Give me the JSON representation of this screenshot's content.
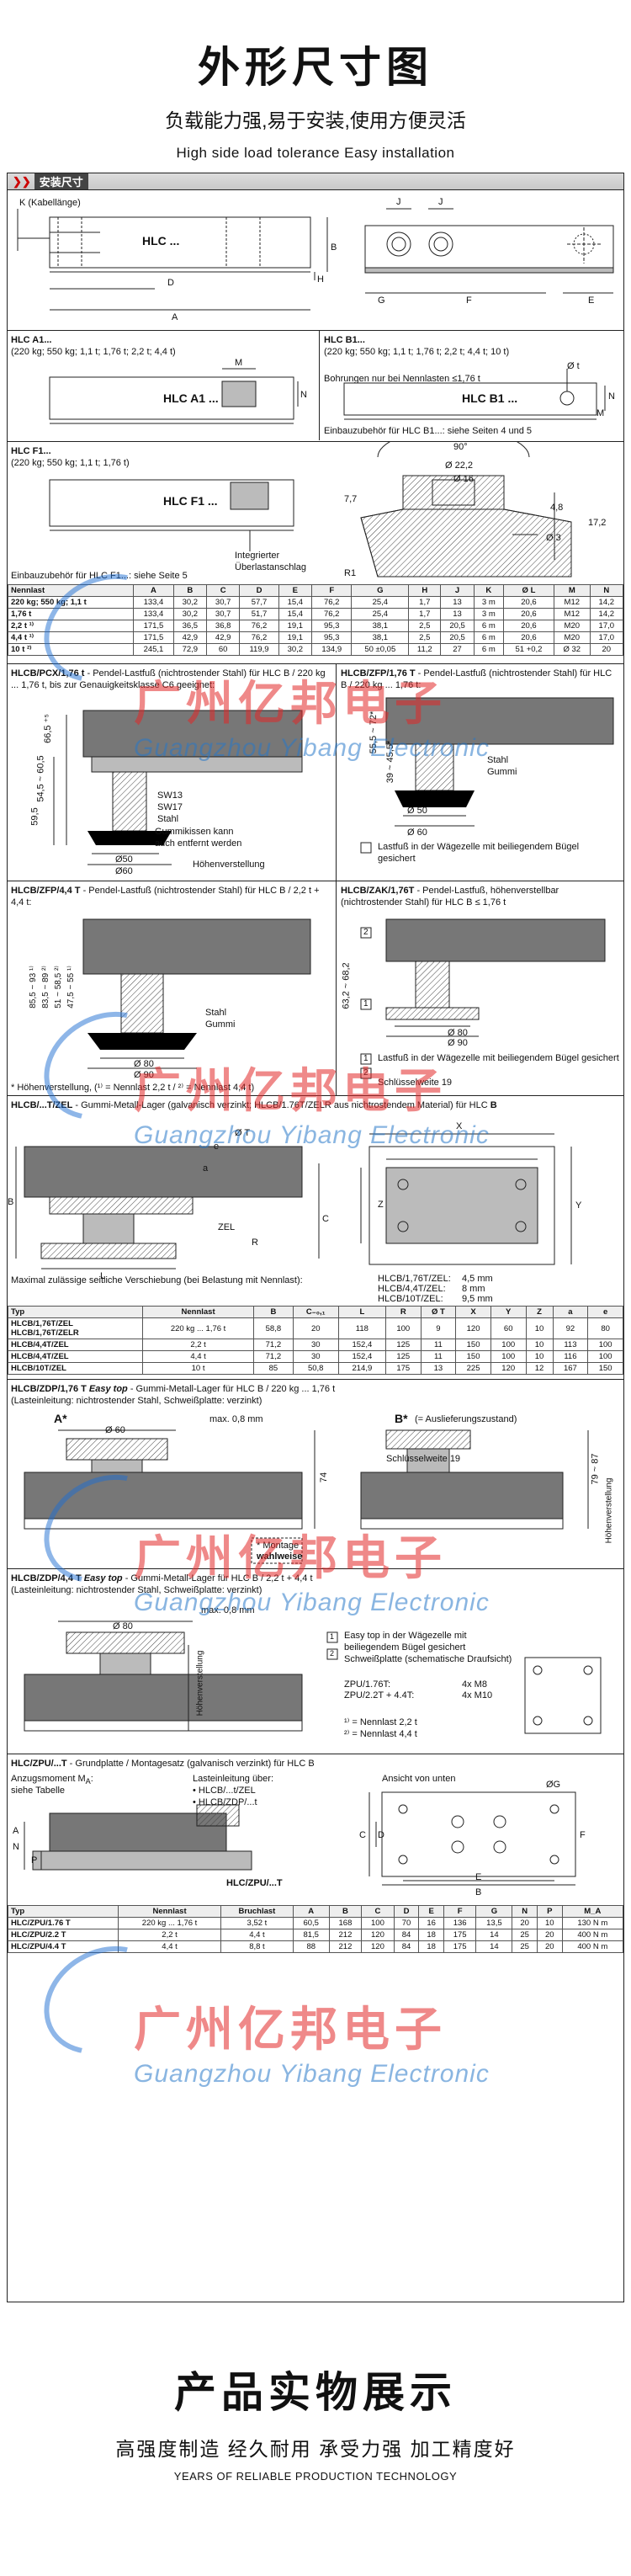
{
  "hero": {
    "title": "外形尺寸图",
    "subtitle": "负载能力强,易于安装,使用方便灵活",
    "subtitle_en": "High side load tolerance   Easy installation"
  },
  "section": {
    "label": "安装尺寸"
  },
  "watermark": {
    "cn": "广州亿邦电子",
    "py": "Guangzhou Yibang Electronic"
  },
  "dims": {
    "cable_length": "K (Kabellänge)",
    "model_main": "HLC ...",
    "letters": [
      "J",
      "J",
      "G",
      "F",
      "E",
      "D",
      "A",
      "H",
      "B",
      "M",
      "N",
      "L"
    ],
    "hlc_a1_title": "HLC A1...",
    "hlc_a1_spec": "(220 kg; 550 kg; 1,1 t; 1,76 t; 2,2 t; 4,4 t)",
    "hlc_a1_label": "HLC A1 ...",
    "hlc_b1_title": "HLC B1...",
    "hlc_b1_spec": "(220 kg; 550 kg; 1,1 t; 1,76 t; 2,2 t; 4,4 t; 10 t)",
    "hlc_b1_note": "Bohrungen nur bei Nennlasten ≤1,76 t",
    "hlc_b1_label": "HLC B1 ...",
    "hlc_b1_einbau": "Einbauzubehör für HLC B1...: siehe Seiten 4 und 5",
    "phi_t": "Ø t",
    "hlc_f1_title": "HLC F1...",
    "hlc_f1_spec": "(220 kg; 550 kg; 1,1 t; 1,76 t)",
    "hlc_f1_label": "HLC F1 ...",
    "hlc_f1_stop": "Integrierter Überlastanschlag",
    "hlc_f1_einbau": "Einbauzubehör für HLC F1...: siehe Seite 5",
    "angle": "90°",
    "d22": "Ø 22,2",
    "d16": "Ø 16",
    "d3": "Ø 3",
    "v77": "7,7",
    "v48": "4,8",
    "v172": "17,2",
    "r1": "R1"
  },
  "table1": {
    "headers": [
      "Nennlast",
      "A",
      "B",
      "C",
      "D",
      "E",
      "F",
      "G",
      "H",
      "J",
      "K",
      "Ø L",
      "M",
      "N"
    ],
    "rows": [
      [
        "220 kg; 550 kg; 1,1 t",
        "133,4",
        "30,2",
        "30,7",
        "57,7",
        "15,4",
        "76,2",
        "25,4",
        "1,7",
        "13",
        "3 m",
        "20,6",
        "M12",
        "14,2"
      ],
      [
        "1,76 t",
        "133,4",
        "30,2",
        "30,7",
        "51,7",
        "15,4",
        "76,2",
        "25,4",
        "1,7",
        "13",
        "3 m",
        "20,6",
        "M12",
        "14,2"
      ],
      [
        "2,2 t ¹⁾",
        "171,5",
        "36,5",
        "36,8",
        "76,2",
        "19,1",
        "95,3",
        "38,1",
        "2,5",
        "20,5",
        "6 m",
        "20,6",
        "M20",
        "17,0"
      ],
      [
        "4,4 t ¹⁾",
        "171,5",
        "42,9",
        "42,9",
        "76,2",
        "19,1",
        "95,3",
        "38,1",
        "2,5",
        "20,5",
        "6 m",
        "20,6",
        "M20",
        "17,0"
      ],
      [
        "10 t ²⁾",
        "245,1",
        "72,9",
        "60",
        "119,9",
        "30,2",
        "134,9",
        "50 ±0,05",
        "11,2",
        "27",
        "6 m",
        "51 +0,2",
        "Ø 32",
        "20"
      ]
    ]
  },
  "pcx": {
    "title": "HLCB/PCX/1,76 t",
    "desc": " - Pendel-Lastfuß (nichtrostender Stahl) für HLC B / 220 kg ... 1,76 t, bis zur Genauigkeitsklasse C6 geeignet:",
    "sw13": "SW13",
    "sw17": "SW17",
    "stahl": "Stahl",
    "gummi": "Gummikissen kann auch entfernt werden",
    "d50": "Ø50",
    "d60": "Ø60",
    "v665": "66,5 ⁺⁵",
    "v545": "54,5 ~ 60,5",
    "v595": "59,5",
    "hoehe": "Höhenverstellung"
  },
  "zfp176": {
    "title": "HLCB/ZFP/1,76 T",
    "desc": " - Pendel-Lastfuß (nichtrostender Stahl) für HLC B / 220 kg ... 1,76 t:",
    "v": "55,5 ~ 72*",
    "v2": "39 ~ 45,5*",
    "stahl": "Stahl",
    "gummi": "Gummi",
    "d50": "Ø 50",
    "d60": "Ø 60",
    "note": "Lastfuß in der Wägezelle mit beiliegendem Bügel gesichert"
  },
  "zfp44": {
    "title": "HLCB/ZFP/4,4 T",
    "desc": " - Pendel-Lastfuß (nichtrostender Stahl) für HLC B / 2,2 t + 4,4 t:",
    "v1": "85,5 ~ 93 ¹⁾",
    "v2": "83,5 ~ 89 ²⁾",
    "v3": "51 ~ 58,5 ²⁾",
    "v4": "47,5 ~ 55 ¹⁾",
    "stahl": "Stahl",
    "gummi": "Gummi",
    "d80": "Ø 80",
    "d90": "Ø 90",
    "foot": "* Höhenverstellung, (¹⁾ = Nennlast 2,2 t / ²⁾ = Nennlast 4,4 t)"
  },
  "zak": {
    "title": "HLCB/ZAK/1,76T",
    "desc": " - Pendel-Lastfuß, höhenverstellbar (nichtrostender Stahl) für HLC B ≤ 1,76 t",
    "v": "63,2 ~ 68,2",
    "d80": "Ø 80",
    "d90": "Ø 90",
    "n1": "1",
    "n2": "2",
    "note1": "Lastfuß in der Wägezelle mit beiliegendem Bügel gesichert",
    "note2": "Schlüsselweite 19"
  },
  "zel": {
    "title": "HLCB/...T/ZEL",
    "desc": " - Gummi-Metall-Lager (galvanisch verzinkt; HLCB/1.76T/ZELR aus nichtrostendem Material) für HLC ",
    "desc_b": "B",
    "labels": [
      "Ø T",
      "e",
      "a",
      "ZEL",
      "R",
      "X",
      "Y",
      "Z",
      "L",
      "B",
      "C"
    ],
    "maxline": "Maximal zulässige seitliche Verschiebung (bei Belastung mit Nennlast):",
    "shifts": [
      {
        "model": "HLCB/1,76T/ZEL:",
        "val": "4,5 mm"
      },
      {
        "model": "HLCB/4,4T/ZEL:",
        "val": "8 mm"
      },
      {
        "model": "HLCB/10T/ZEL:",
        "val": "9,5 mm"
      }
    ]
  },
  "table2": {
    "headers": [
      "Typ",
      "Nennlast",
      "B",
      "C₋₀,₁",
      "L",
      "R",
      "Ø T",
      "X",
      "Y",
      "Z",
      "a",
      "e"
    ],
    "rows": [
      [
        "HLCB/1,76T/ZEL\nHLCB/1,76T/ZELR",
        "220 kg ... 1,76 t",
        "58,8",
        "20",
        "118",
        "100",
        "9",
        "120",
        "60",
        "10",
        "92",
        "80"
      ],
      [
        "HLCB/4,4T/ZEL",
        "2,2 t",
        "71,2",
        "30",
        "152,4",
        "125",
        "11",
        "150",
        "100",
        "10",
        "113",
        "100"
      ],
      [
        "HLCB/4,4T/ZEL",
        "4,4 t",
        "71,2",
        "30",
        "152,4",
        "125",
        "11",
        "150",
        "100",
        "10",
        "116",
        "100"
      ],
      [
        "HLCB/10T/ZEL",
        "10 t",
        "85",
        "50,8",
        "214,9",
        "175",
        "13",
        "225",
        "120",
        "12",
        "167",
        "150"
      ]
    ]
  },
  "zdp176": {
    "title": "HLCB/ZDP/1,76 T",
    "easy": "Easy top",
    "desc": " - Gummi-Metall-Lager für HLC B / 220 kg ... 1,76 t",
    "desc2": "(Lasteinleitung: nichtrostender Stahl, Schweißplatte: verzinkt)",
    "a": "A*",
    "b": "B*",
    "b_note": "(= Auslieferungszustand)",
    "max": "max. 0,8 mm",
    "d60": "Ø 60",
    "sw": "Schlüsselweite 19",
    "v1": "74",
    "v2": "79 ~ 87",
    "hoehe": "Höhenverstellung",
    "montage": "* Montage",
    "wahlweise": "wahlweise"
  },
  "zdp44": {
    "title": "HLCB/ZDP/4,4 T",
    "easy": "Easy top",
    "desc": " - Gummi-Metall-Lager für HLC B / 2,2 t + 4,4 t",
    "desc2": "(Lasteinleitung: nichtrostender Stahl, Schweißplatte: verzinkt)",
    "max": "max. 0,8 mm",
    "d80": "Ø 80",
    "hoehe": "Höhenverstellung",
    "n1": "1",
    "n2": "2",
    "note1": "Easy top in der Wägezelle mit beiliegendem Bügel gesichert",
    "note2": "Schweißplatte (schematische Draufsicht)",
    "zpu1": "ZPU/1.76T:",
    "zpu1v": "4x M8",
    "zpu2": "ZPU/2.2T + 4.4T:",
    "zpu2v": "4x M10",
    "f1": "¹⁾  = Nennlast 2,2 t",
    "f2": "²⁾  = Nennlast 4,4 t"
  },
  "zpu": {
    "title": "HLC/ZPU/...T",
    "desc": " - Grundplatte / Montagesatz (galvanisch verzinkt) für HLC B",
    "anz": "Anzugsmoment M",
    "anz_sub": "A",
    "anz2": ":",
    "anz3": "siehe Tabelle",
    "last": "Lasteinleitung über:",
    "last1": "• HLCB/...t/ZEL",
    "last2": "• HLCB/ZDP/...t",
    "view": "Ansicht von unten",
    "foot": "HLC/ZPU/...T",
    "letters": [
      "N",
      "A",
      "P",
      "B",
      "C",
      "D",
      "E",
      "F",
      "ØG"
    ]
  },
  "table3": {
    "headers": [
      "Typ",
      "Nennlast",
      "Bruchlast",
      "A",
      "B",
      "C",
      "D",
      "E",
      "F",
      "G",
      "N",
      "P",
      "M_A"
    ],
    "rows": [
      [
        "HLC/ZPU/1.76 T",
        "220 kg ... 1,76 t",
        "3,52 t",
        "60,5",
        "168",
        "100",
        "70",
        "16",
        "136",
        "13,5",
        "20",
        "10",
        "130 N m"
      ],
      [
        "HLC/ZPU/2.2 T",
        "2,2 t",
        "4,4 t",
        "81,5",
        "212",
        "120",
        "84",
        "18",
        "175",
        "14",
        "25",
        "20",
        "400 N m"
      ],
      [
        "HLC/ZPU/4.4 T",
        "4,4 t",
        "8,8 t",
        "88",
        "212",
        "120",
        "84",
        "18",
        "175",
        "14",
        "25",
        "20",
        "400 N m"
      ]
    ]
  },
  "footer": {
    "title": "产品实物展示",
    "subtitle": "高强度制造 经久耐用 承受力强 加工精度好",
    "subtitle_en": "YEARS OF RELIABLE PRODUCTION TECHNOLOGY"
  }
}
